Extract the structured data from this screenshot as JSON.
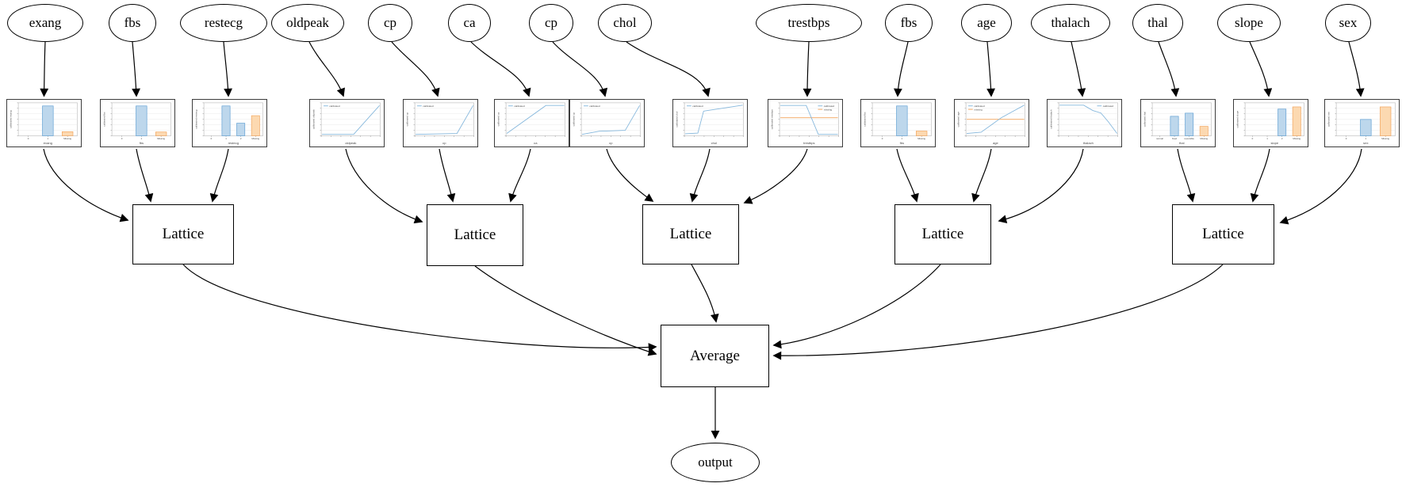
{
  "labels": {
    "lattice": "Lattice",
    "average": "Average",
    "output": "output"
  },
  "features": [
    {
      "label": "exang"
    },
    {
      "label": "fbs"
    },
    {
      "label": "restecg"
    },
    {
      "label": "oldpeak"
    },
    {
      "label": "cp"
    },
    {
      "label": "ca"
    },
    {
      "label": "cp"
    },
    {
      "label": "chol"
    },
    {
      "label": "trestbps"
    },
    {
      "label": "fbs"
    },
    {
      "label": "age"
    },
    {
      "label": "thalach"
    },
    {
      "label": "thal"
    },
    {
      "label": "slope"
    },
    {
      "label": "sex"
    }
  ],
  "palette": {
    "blue_line": "#85b7dc",
    "blue_fill": "#bdd7ec",
    "blue_edge": "#5f9fd3",
    "orange_fill": "#fcd9b1",
    "orange_edge": "#f2a45c",
    "grid": "#e9e9e9",
    "axis": "#b5b5b5",
    "tick": "#8a8a8a",
    "text": "#4a4a4a",
    "edge_stroke": "#000000"
  },
  "chart_data": [
    {
      "feature": "exang",
      "type": "bar",
      "xlabel": "exang",
      "ylabel": "calibrated exang",
      "categories": [
        "0",
        "1",
        "Missing"
      ],
      "values": [
        0,
        0.95,
        0.13
      ],
      "colors": [
        "blue",
        "blue",
        "orange"
      ]
    },
    {
      "feature": "fbs",
      "type": "bar",
      "xlabel": "fbs",
      "ylabel": "calibrated fbs",
      "categories": [
        "0",
        "1",
        "Missing"
      ],
      "values": [
        0,
        0.95,
        0.12
      ],
      "colors": [
        "blue",
        "blue",
        "orange"
      ]
    },
    {
      "feature": "restecg",
      "type": "bar",
      "xlabel": "restecg",
      "ylabel": "calibrated restecg",
      "categories": [
        "0",
        "1",
        "2",
        "Missing"
      ],
      "values": [
        0,
        0.95,
        0.4,
        0.64
      ],
      "colors": [
        "blue",
        "blue",
        "blue",
        "orange"
      ]
    },
    {
      "feature": "oldpeak",
      "type": "line",
      "xlabel": "oldpeak",
      "ylabel": "calibrated oldpeak",
      "points": [
        [
          0,
          0.02
        ],
        [
          0.55,
          0.02
        ],
        [
          1,
          0.94
        ]
      ],
      "legend": [
        "calibrated"
      ],
      "legend_pos": "left"
    },
    {
      "feature": "cp",
      "type": "line",
      "xlabel": "cp",
      "ylabel": "calibrated cp",
      "points": [
        [
          0,
          0.02
        ],
        [
          0.72,
          0.05
        ],
        [
          1,
          0.94
        ]
      ],
      "legend": [
        "calibrated"
      ],
      "legend_pos": "left"
    },
    {
      "feature": "ca",
      "type": "line",
      "xlabel": "ca",
      "ylabel": "calibrated ca",
      "points": [
        [
          0,
          0.05
        ],
        [
          0.68,
          0.94
        ],
        [
          1,
          0.94
        ]
      ],
      "legend": [
        "calibrated"
      ],
      "legend_pos": "left"
    },
    {
      "feature": "cp",
      "type": "line",
      "xlabel": "cp",
      "ylabel": "calibrated cp",
      "points": [
        [
          0,
          0.02
        ],
        [
          0.3,
          0.12
        ],
        [
          0.75,
          0.15
        ],
        [
          1,
          0.94
        ]
      ],
      "legend": [
        "calibrated"
      ],
      "legend_pos": "left"
    },
    {
      "feature": "chol",
      "type": "line",
      "xlabel": "chol",
      "ylabel": "calibrated chol",
      "points": [
        [
          0,
          0.04
        ],
        [
          0.22,
          0.06
        ],
        [
          0.32,
          0.76
        ],
        [
          1,
          0.95
        ]
      ],
      "legend": [
        "calibrated"
      ],
      "legend_pos": "left"
    },
    {
      "feature": "trestbps",
      "type": "line",
      "xlabel": "trestbps",
      "ylabel": "calibrated trestbps",
      "points": [
        [
          0,
          0.94
        ],
        [
          0.45,
          0.94
        ],
        [
          0.66,
          0.02
        ],
        [
          1,
          0.02
        ]
      ],
      "missing_line": 0.55,
      "legend": [
        "calibrated",
        "missing"
      ],
      "legend_pos": "right"
    },
    {
      "feature": "fbs",
      "type": "bar",
      "xlabel": "fbs",
      "ylabel": "calibrated fbs",
      "categories": [
        "0",
        "1",
        "Missing"
      ],
      "values": [
        0,
        0.95,
        0.15
      ],
      "colors": [
        "blue",
        "blue",
        "orange"
      ]
    },
    {
      "feature": "age",
      "type": "line",
      "xlabel": "age",
      "ylabel": "calibrated age",
      "points": [
        [
          0,
          0.05
        ],
        [
          0.25,
          0.09
        ],
        [
          0.45,
          0.35
        ],
        [
          0.6,
          0.55
        ],
        [
          0.8,
          0.75
        ],
        [
          1,
          0.95
        ]
      ],
      "missing_line": 0.5,
      "legend": [
        "calibrated",
        "missing"
      ],
      "legend_pos": "left"
    },
    {
      "feature": "thalach",
      "type": "line",
      "xlabel": "thalach",
      "ylabel": "calibrated thalach",
      "points": [
        [
          0,
          0.95
        ],
        [
          0.42,
          0.95
        ],
        [
          0.58,
          0.78
        ],
        [
          0.72,
          0.7
        ],
        [
          0.85,
          0.42
        ],
        [
          1,
          0.05
        ]
      ],
      "legend": [
        "calibrated"
      ],
      "legend_pos": "right"
    },
    {
      "feature": "thal",
      "type": "bar",
      "xlabel": "thal",
      "ylabel": "calibrated thal",
      "categories": [
        "normal",
        "fixed",
        "reversible",
        "Missing"
      ],
      "values": [
        0,
        0.62,
        0.72,
        0.3
      ],
      "colors": [
        "blue",
        "blue",
        "blue",
        "orange"
      ]
    },
    {
      "feature": "slope",
      "type": "bar",
      "xlabel": "slope",
      "ylabel": "calibrated slope",
      "categories": [
        "0",
        "1",
        "2",
        "Missing"
      ],
      "values": [
        0,
        0,
        0.85,
        0.92
      ],
      "colors": [
        "blue",
        "blue",
        "blue",
        "orange"
      ]
    },
    {
      "feature": "sex",
      "type": "bar",
      "xlabel": "sex",
      "ylabel": "calibrated sex",
      "categories": [
        "0",
        "1",
        "Missing"
      ],
      "values": [
        0,
        0.52,
        0.92
      ],
      "colors": [
        "blue",
        "blue",
        "orange"
      ]
    }
  ]
}
